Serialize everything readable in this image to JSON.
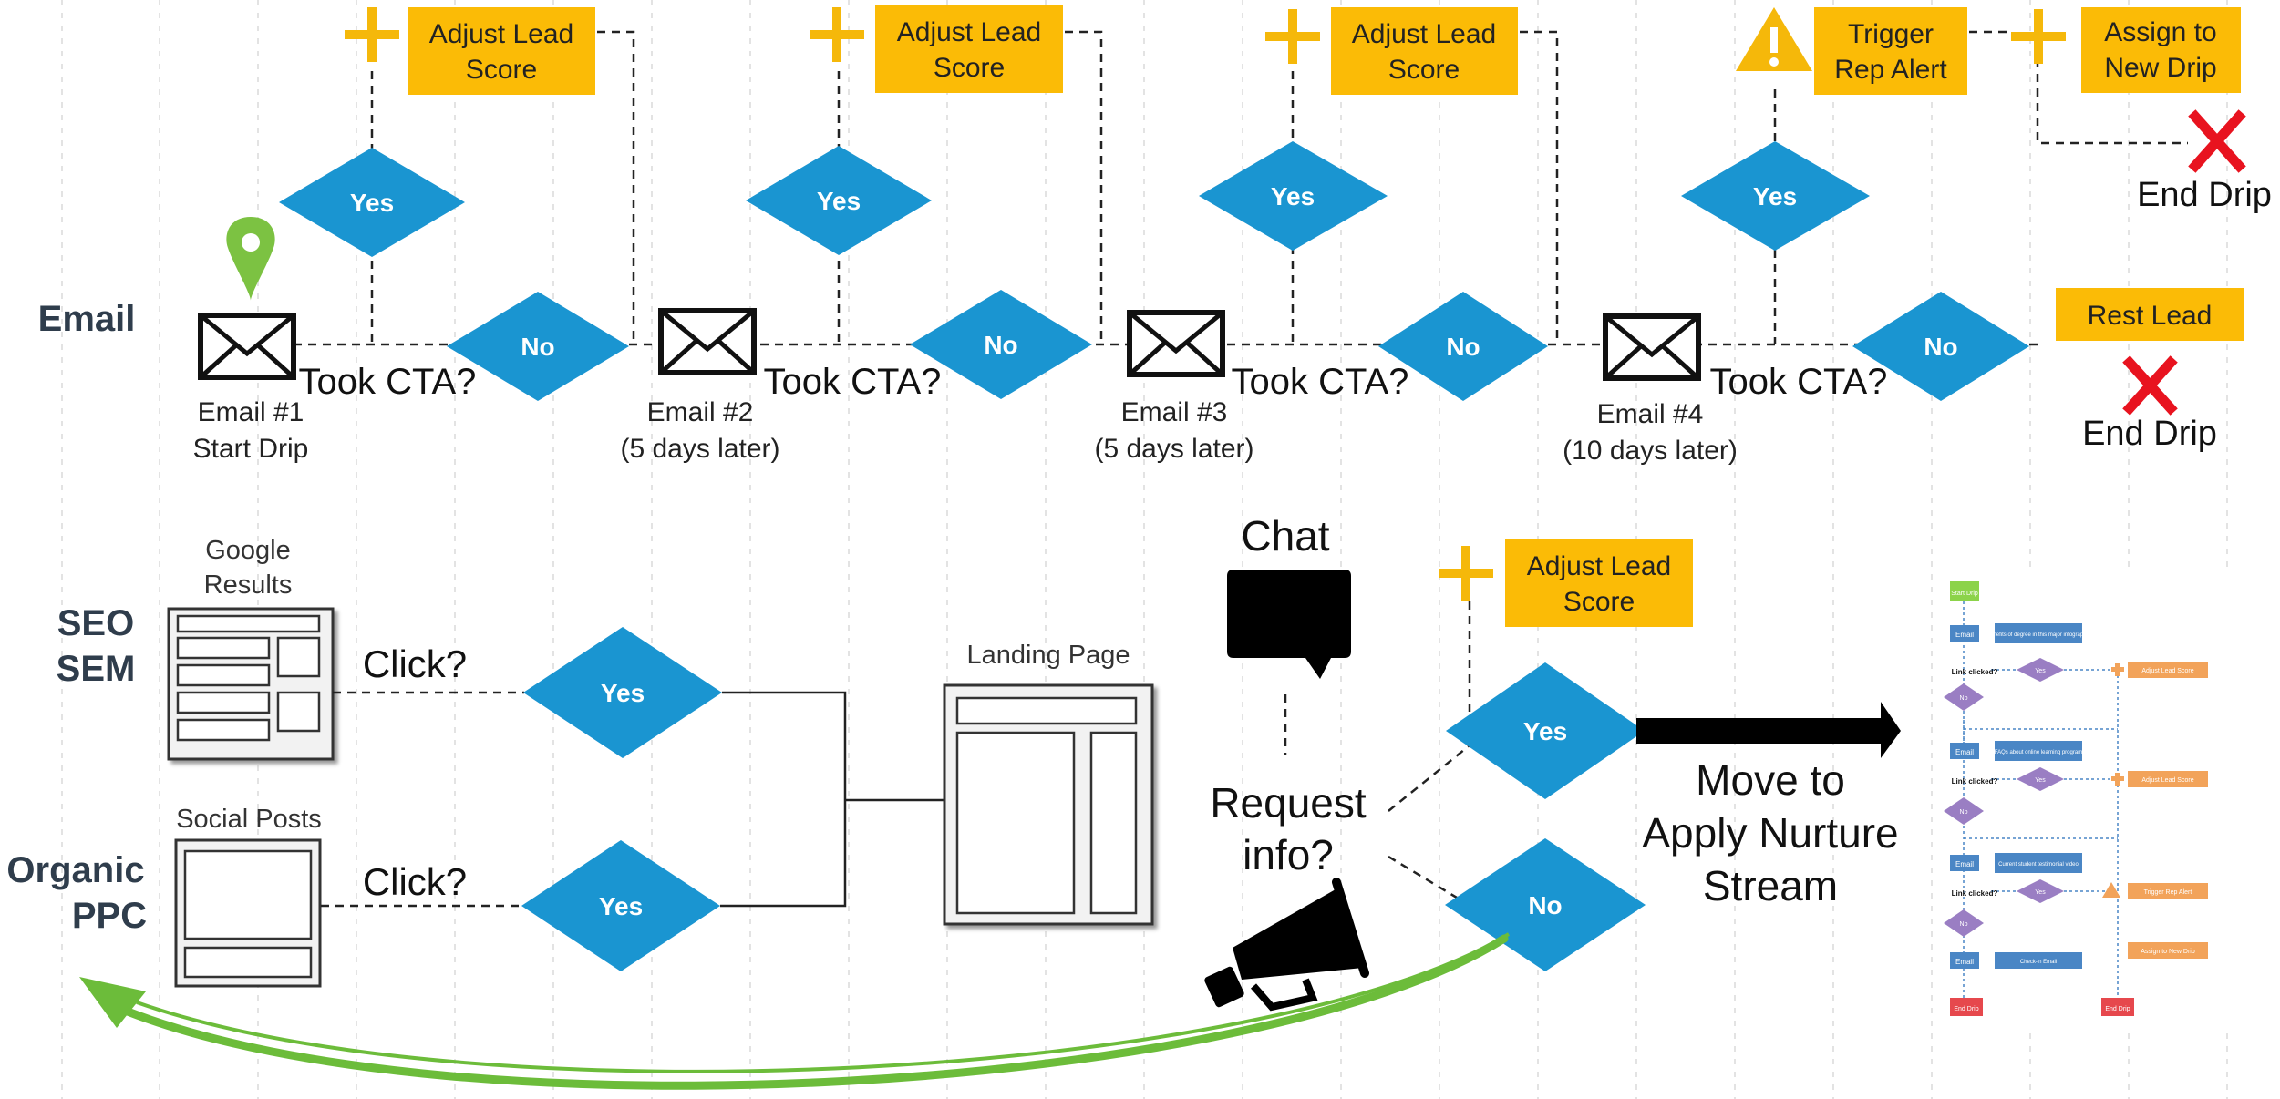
{
  "colors": {
    "diamond": "#1a95d1",
    "action_box": "#fbbb06",
    "plus": "#f5b80a",
    "end_x": "#e8131f",
    "location_pin": "#7cc242",
    "return_arrow": "#6cbc3a",
    "lane_label": "#2f3d4c"
  },
  "lanes": {
    "email": "Email",
    "seo_sem_1": "SEO",
    "seo_sem_2": "SEM",
    "organic_ppc_1": "Organic",
    "organic_ppc_2": "PPC"
  },
  "email_flow": {
    "emails": [
      {
        "line1": "Email #1",
        "line2": "Start Drip"
      },
      {
        "line1": "Email #2",
        "line2": "(5 days later)"
      },
      {
        "line1": "Email #3",
        "line2": "(5 days later)"
      },
      {
        "line1": "Email #4",
        "line2": "(10 days later)"
      }
    ],
    "question": "Took CTA?",
    "yes": "Yes",
    "no": "No",
    "adjust_score": {
      "line1": "Adjust Lead",
      "line2": "Score"
    },
    "trigger_alert": {
      "line1": "Trigger",
      "line2": "Rep Alert"
    },
    "assign_drip": {
      "line1": "Assign to",
      "line2": "New Drip"
    },
    "rest_lead": "Rest Lead",
    "end_drip": "End Drip",
    "icons": [
      "location-pin-icon",
      "envelope-icon",
      "plus-icon",
      "warning-icon",
      "x-icon"
    ]
  },
  "acquisition_flow": {
    "google_results": {
      "line1": "Google",
      "line2": "Results"
    },
    "social_posts": "Social Posts",
    "click_question": "Click?",
    "yes": "Yes",
    "landing_page": "Landing Page",
    "chat": "Chat",
    "request_info": {
      "line1": "Request",
      "line2": "info?"
    },
    "adjust_score": {
      "line1": "Adjust Lead",
      "line2": "Score"
    },
    "no": "No",
    "move_to": {
      "line1": "Move to",
      "line2": "Apply Nurture",
      "line3": "Stream"
    },
    "icons": [
      "chat-bubble-icon",
      "megaphone-icon",
      "plus-icon",
      "right-arrow-icon",
      "return-arrow-icon"
    ]
  },
  "thumbnail": {
    "start": "Start Drip",
    "rows": [
      {
        "email": "Email",
        "content": "Benefits of degree in this major infographic",
        "question": "Link clicked?",
        "yes": "Yes",
        "no": "No",
        "action": "Adjust Lead Score"
      },
      {
        "email": "Email",
        "content": "FAQs about online learning program",
        "question": "Link clicked?",
        "yes": "Yes",
        "no": "No",
        "action": "Adjust Lead Score"
      },
      {
        "email": "Email",
        "content": "Current student testimonial video",
        "question": "Link clicked?",
        "yes": "Yes",
        "no": "No",
        "action": "Trigger Rep Alert"
      },
      {
        "email": "Email",
        "content": "Check-in Email",
        "action": "Assign to New Drip"
      }
    ],
    "end_left": "End Drip",
    "end_right": "End Drip"
  }
}
